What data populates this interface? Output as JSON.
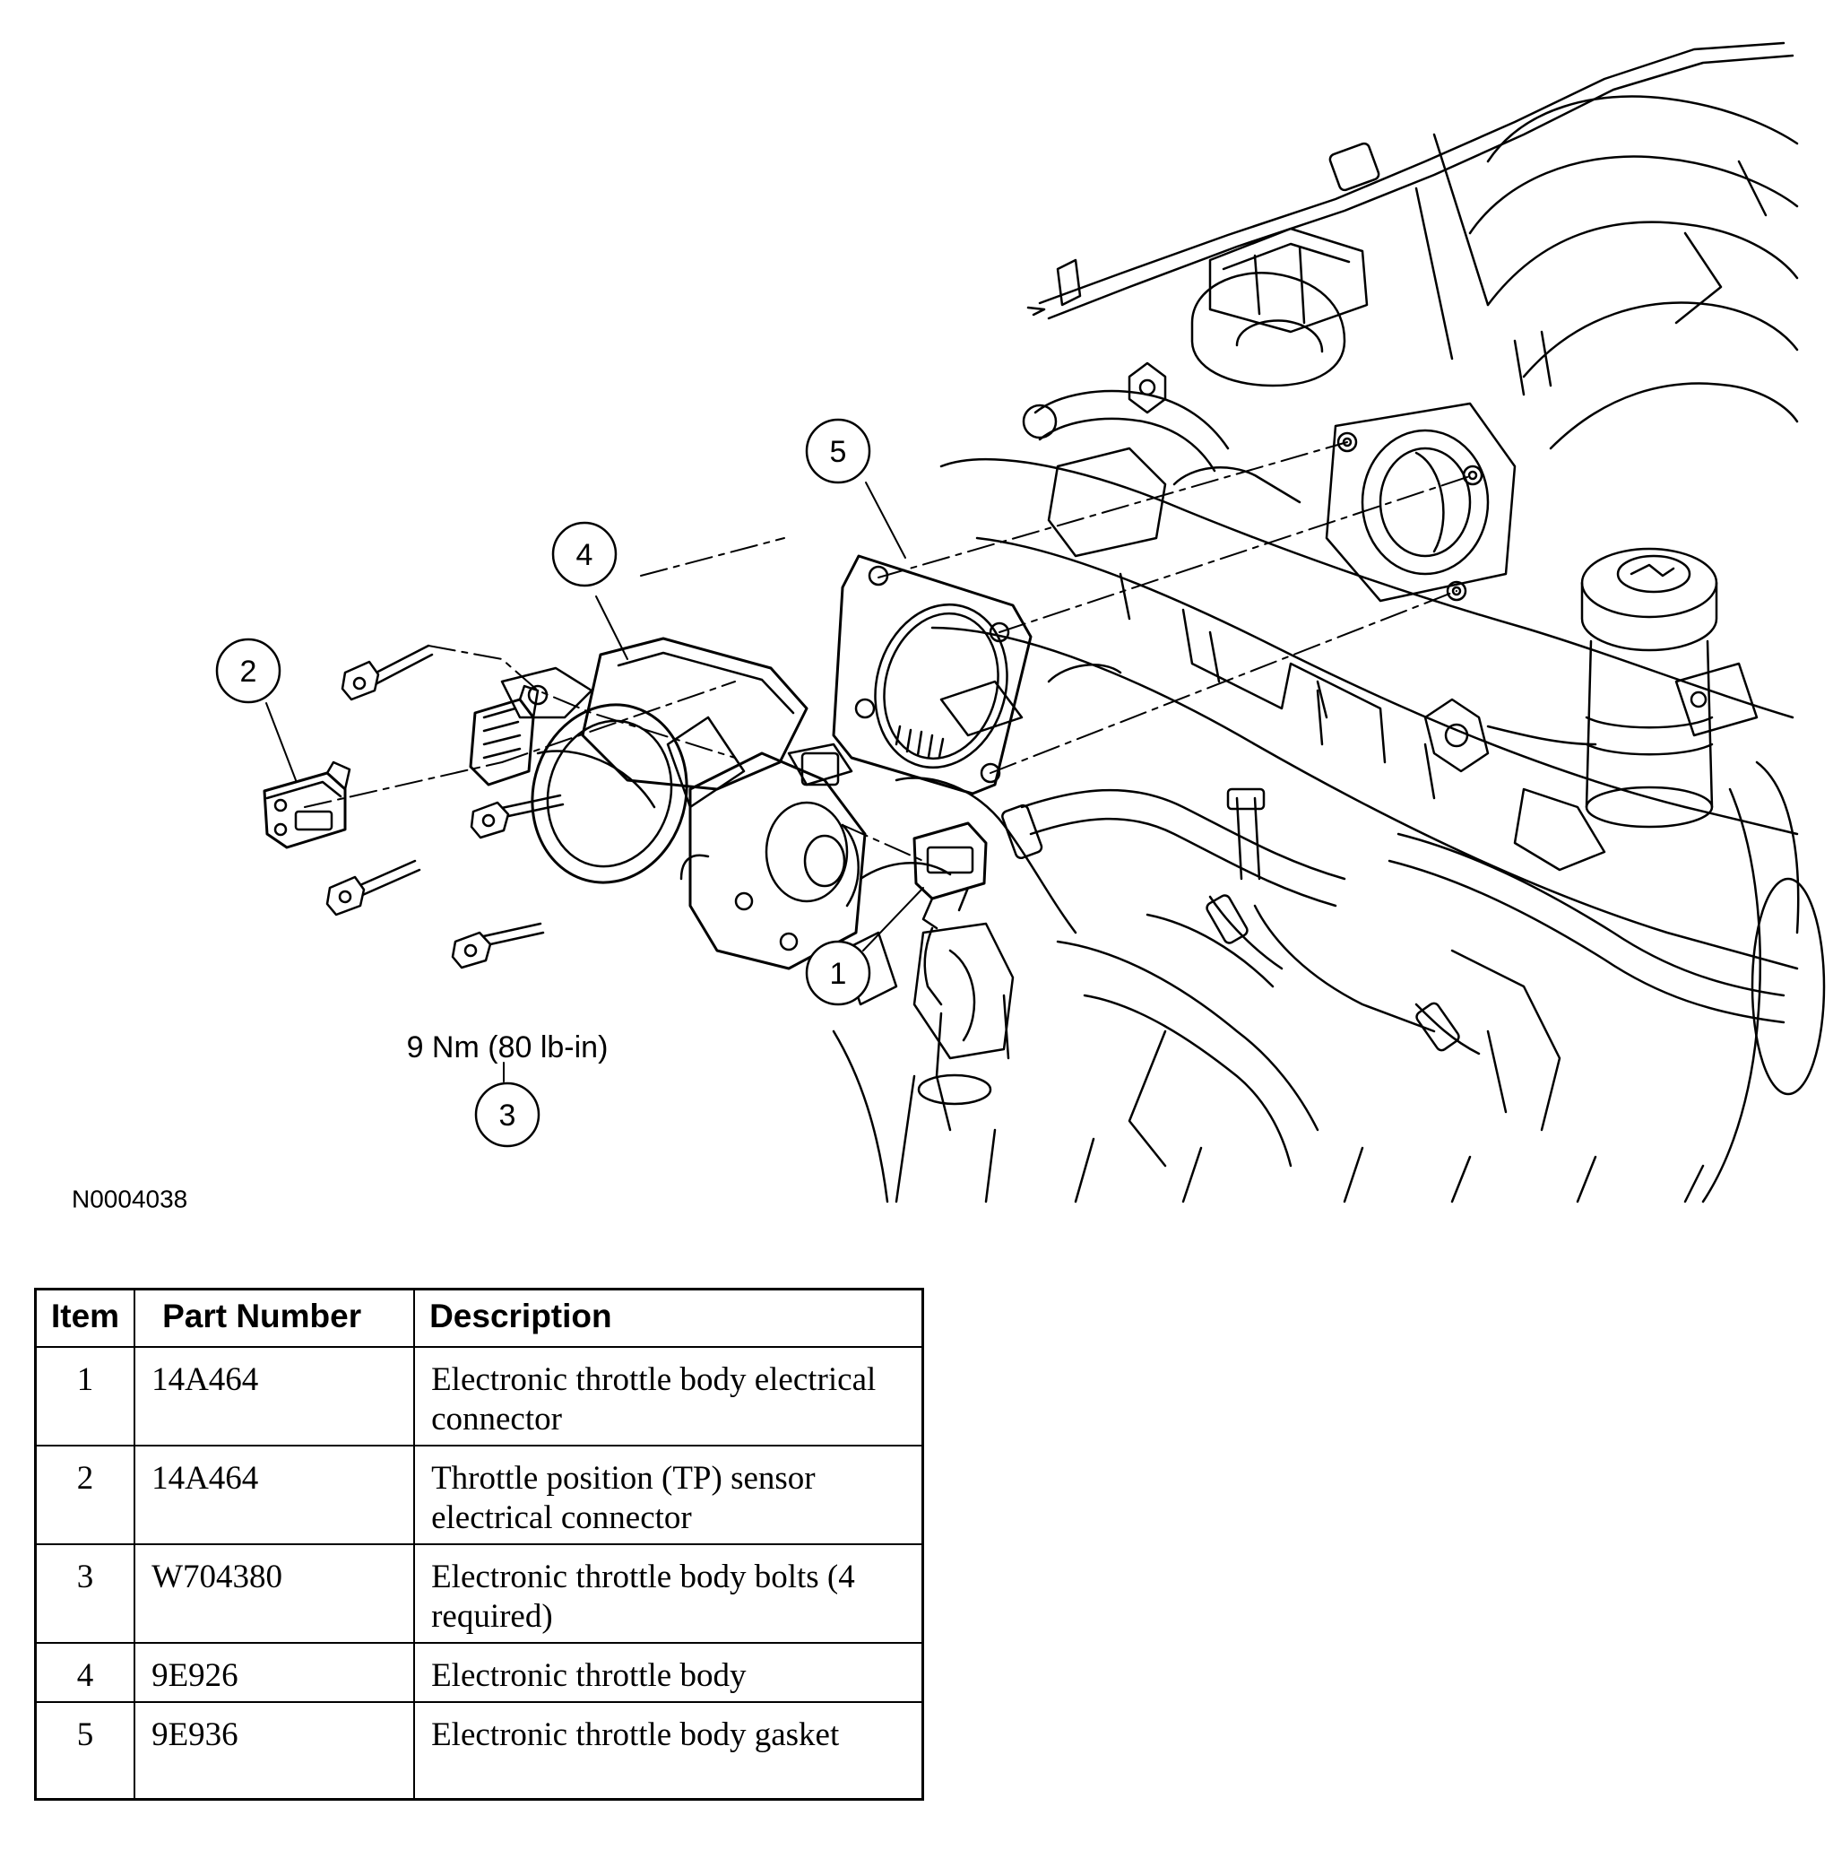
{
  "figure": {
    "id_label": "N0004038",
    "torque_label": "9 Nm (80 lb-in)",
    "callouts": [
      "1",
      "2",
      "3",
      "4",
      "5"
    ]
  },
  "table": {
    "headers": [
      "Item",
      "Part Number",
      "Description"
    ],
    "rows": [
      {
        "item": "1",
        "part": "14A464",
        "description": "Electronic throttle body electrical connector"
      },
      {
        "item": "2",
        "part": "14A464",
        "description": "Throttle position (TP) sensor electrical connector"
      },
      {
        "item": "3",
        "part": "W704380",
        "description": "Electronic throttle body bolts (4 required)"
      },
      {
        "item": "4",
        "part": "9E926",
        "description": "Electronic throttle body"
      },
      {
        "item": "5",
        "part": "9E936",
        "description": "Electronic throttle body gasket"
      }
    ]
  }
}
